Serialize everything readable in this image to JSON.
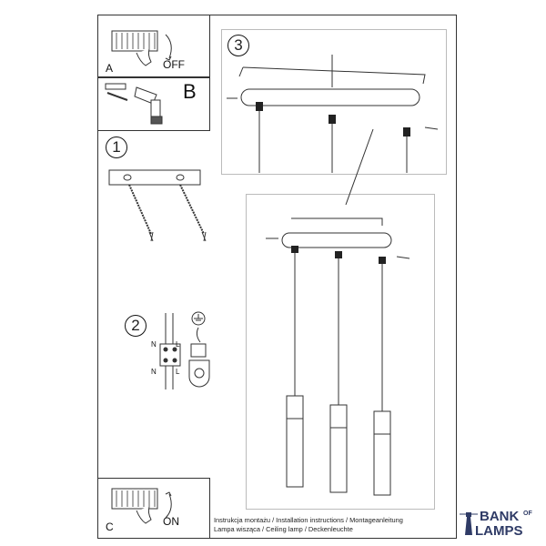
{
  "panels": {
    "a_letter": "A",
    "a_action": "OFF",
    "b_letter": "B",
    "c_letter": "C",
    "c_action": "ON"
  },
  "steps": {
    "step1": "1",
    "step2": "2",
    "step3": "3"
  },
  "wiring": {
    "n_top": "N",
    "l_top": "L",
    "n_bottom": "N",
    "l_bottom": "L"
  },
  "footer": {
    "line1": "Instrukcja montażu / Installation instructions / Montageanleitung",
    "line2": "Lampa wisząca / Ceiling lamp / Deckenleuchte"
  },
  "brand": {
    "word1": "BANK",
    "of": "OF",
    "word2": "LAMPS"
  },
  "colors": {
    "line": "#333333",
    "brand": "#2f3b66"
  }
}
